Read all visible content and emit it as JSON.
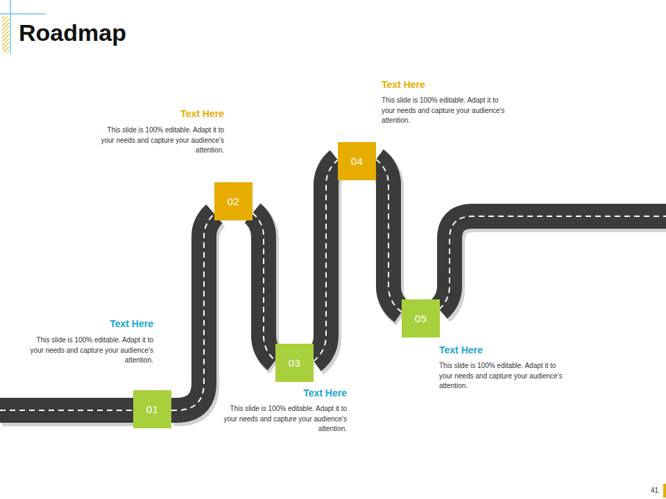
{
  "diagram": {
    "title": "Roadmap",
    "nodes": [
      {
        "text": [
          "01"
        ]
      },
      {
        "text": [
          "02"
        ]
      },
      {
        "text": [
          "03"
        ]
      },
      {
        "text": [
          "04"
        ]
      },
      {
        "text": [
          "05"
        ]
      }
    ],
    "edges": [
      {
        "from": 0,
        "to": 1,
        "arrow": "none"
      },
      {
        "from": 1,
        "to": 2,
        "arrow": "none"
      },
      {
        "from": 2,
        "to": 3,
        "arrow": "none"
      },
      {
        "from": 3,
        "to": 4,
        "arrow": "none"
      }
    ],
    "labels": [
      "Text Here",
      "This slide is 100% editable. Adapt it to your needs and capture your audience's attention.",
      "Text Here",
      "This slide is 100% editable. Adapt it to your needs and capture your audience's attention.",
      "Text Here",
      "This slide is 100% editable. Adapt it to your needs and capture your audience's attention.",
      "Text Here",
      "This slide is 100% editable. Adapt it to your needs and capture your audience's attention.",
      "Text Here",
      "This slide is 100% editable. Adapt it to your needs and capture your audience's attention.",
      "41"
    ]
  }
}
